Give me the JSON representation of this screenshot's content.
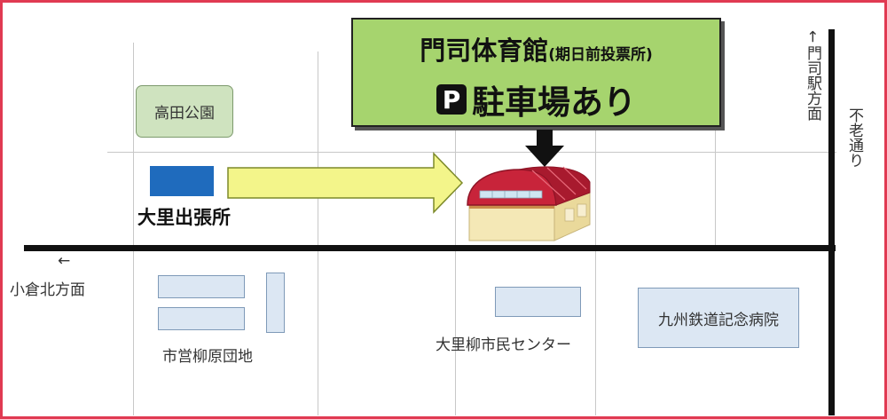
{
  "venue": {
    "name": "門司体育館",
    "note": "(期日前投票所)",
    "parking_badge": "P",
    "parking_text": "駐車場あり"
  },
  "origin": {
    "label": "大里出張所",
    "color": "#1f6bbd"
  },
  "landmarks": {
    "park": "高田公園",
    "housing": "市営柳原団地",
    "civic_center": "大里柳市民センター",
    "hospital": "九州鉄道記念病院"
  },
  "directions": {
    "mojiko_arrow": "←",
    "mojiko_label": "門司駅方面",
    "kokura_arrow": "←",
    "kokura_label": "小倉北方面",
    "fuku_road_label": "不老通り"
  },
  "colors": {
    "frame": "#e03a52",
    "sign": "#a6d46e",
    "route_arrow": "#f3f58a",
    "roof": "#c8243a"
  }
}
